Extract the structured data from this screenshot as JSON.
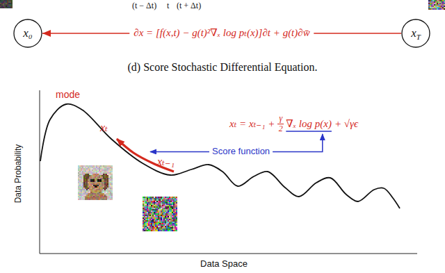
{
  "diagram": {
    "caption": "(d) Score Stochastic Differential Equation.",
    "nodes": [
      {
        "text": [
          "x₀"
        ]
      },
      {
        "text": [
          "x",
          "T"
        ]
      }
    ],
    "edges": [
      {
        "from": 1,
        "to": 0,
        "arrow": "to",
        "label": "∂x = [f(x,t) − g(t)²∇ₓ log pₜ(x)]∂t + g(t)∂w̄"
      }
    ],
    "labels": [
      "(t − Δt)",
      "t",
      "(t + Δt)",
      "mode",
      "xₜ",
      "xₜ₋₁",
      "Score function",
      "xₜ = xₜ₋₁ +",
      "γ",
      "2",
      "∇ₓ log p(x)",
      "+ √γϵ",
      "Data Probability",
      "Data Space"
    ]
  }
}
